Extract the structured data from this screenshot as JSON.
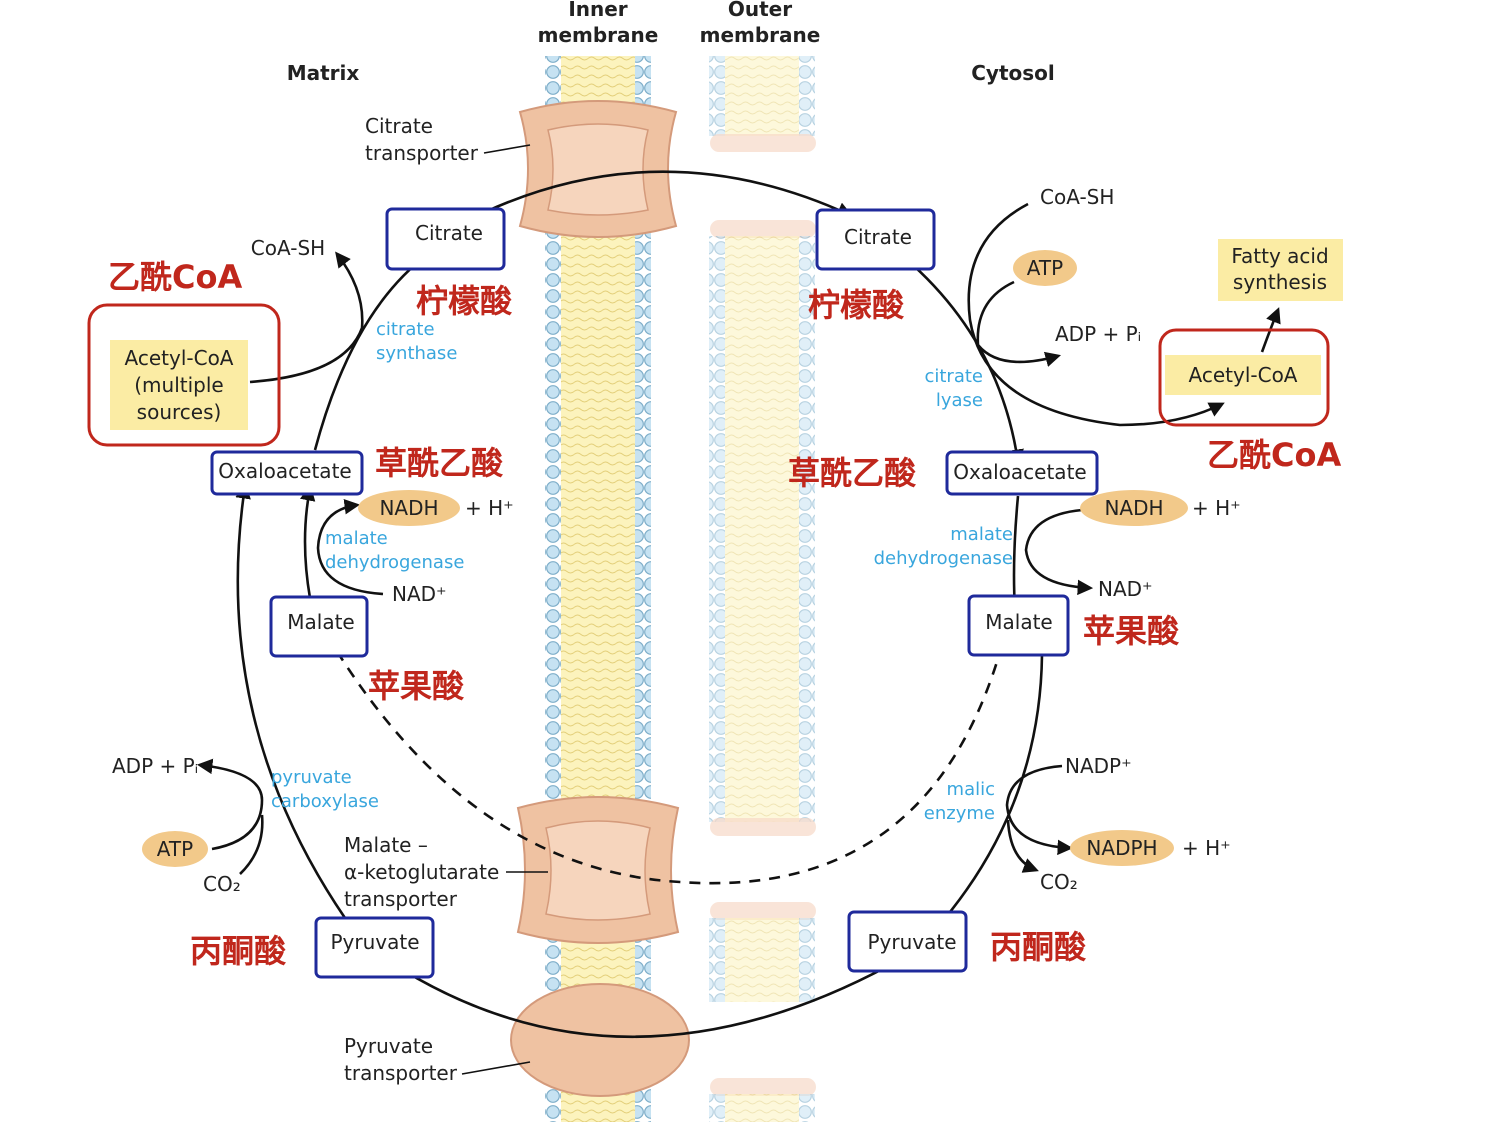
{
  "headers": {
    "inner_membrane": [
      "Inner",
      "membrane"
    ],
    "outer_membrane": [
      "Outer",
      "membrane"
    ],
    "matrix": "Matrix",
    "cytosol": "Cytosol"
  },
  "transporters": {
    "citrate": [
      "Citrate",
      "transporter"
    ],
    "malate_akg": [
      "Malate –",
      "α-ketoglutarate",
      "transporter"
    ],
    "pyruvate": [
      "Pyruvate",
      "transporter"
    ]
  },
  "matrix": {
    "citrate": "Citrate",
    "oxaloacetate": "Oxaloacetate",
    "malate": "Malate",
    "pyruvate": "Pyruvate",
    "acetyl_coa": [
      "Acetyl-CoA",
      "(multiple",
      "sources)"
    ],
    "coa_sh": "CoA-SH",
    "nadh": "NADH",
    "nadh_h": "+ H⁺",
    "nad": "NAD⁺",
    "atp": "ATP",
    "adp_pi": "ADP + Pᵢ",
    "co2": "CO₂",
    "enzymes": {
      "citrate_synthase": [
        "citrate",
        "synthase"
      ],
      "malate_dehydrogenase": [
        "malate",
        "dehydrogenase"
      ],
      "pyruvate_carboxylase": [
        "pyruvate",
        "carboxylase"
      ]
    }
  },
  "cytosol": {
    "citrate": "Citrate",
    "oxaloacetate": "Oxaloacetate",
    "malate": "Malate",
    "pyruvate": "Pyruvate",
    "acetyl_coa": "Acetyl-CoA",
    "fatty_acid": [
      "Fatty acid",
      "synthesis"
    ],
    "coa_sh": "CoA-SH",
    "atp": "ATP",
    "adp_pi": "ADP + Pᵢ",
    "nadh": "NADH",
    "nadh_h": "+ H⁺",
    "nad": "NAD⁺",
    "nadp": "NADP⁺",
    "nadph": "NADPH",
    "nadph_h": "+ H⁺",
    "co2": "CO₂",
    "enzymes": {
      "citrate_lyase": [
        "citrate",
        "lyase"
      ],
      "malate_dehydrogenase": [
        "malate",
        "dehydrogenase"
      ],
      "malic_enzyme": [
        "malic",
        "enzyme"
      ]
    }
  },
  "chinese": {
    "acetyl_coa_left": "乙酰CoA",
    "citrate_left": "柠檬酸",
    "oxaloacetate_left": "草酰乙酸",
    "malate_left": "苹果酸",
    "pyruvate_left": "丙酮酸",
    "acetyl_coa_right": "乙酰CoA",
    "citrate_right": "柠檬酸",
    "oxaloacetate_right": "草酰乙酸",
    "malate_right": "苹果酸",
    "pyruvate_right": "丙酮酸"
  },
  "colors": {
    "box_border": "#1f2a9b",
    "chinese_label": "#c0271c",
    "enzyme": "#39a6dd",
    "pill": "#f2c98a",
    "highlight": "#fbeca4",
    "red_frame": "#c0271c",
    "transporter": "#efc2a2"
  }
}
